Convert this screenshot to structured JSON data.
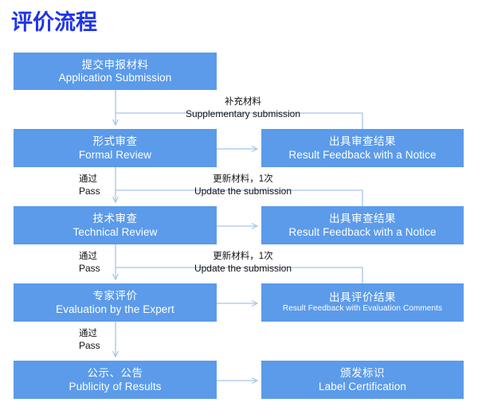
{
  "page": {
    "title_cn": "评价流程",
    "background": "#ffffff",
    "title_color": "#1f35e8",
    "node_fill": "#5b9bea",
    "node_text_color": "#ffffff",
    "connector_color": "#a6c4ea",
    "label_text_color": "#111111"
  },
  "nodes": [
    {
      "id": "application-submission",
      "cn": "提交申报材料",
      "en": "Application Submission",
      "column": "left",
      "row": 0
    },
    {
      "id": "formal-review",
      "cn": "形式审查",
      "en": "Formal Review",
      "column": "left",
      "row": 1
    },
    {
      "id": "formal-review-result",
      "cn": "出具审查结果",
      "en": "Result Feedback with a Notice",
      "column": "right",
      "row": 1
    },
    {
      "id": "technical-review",
      "cn": "技术审查",
      "en": "Technical Review",
      "column": "left",
      "row": 2
    },
    {
      "id": "technical-review-result",
      "cn": "出具审查结果",
      "en": "Result Feedback with a Notice",
      "column": "right",
      "row": 2
    },
    {
      "id": "expert-evaluation",
      "cn": "专家评价",
      "en": "Evaluation by the Expert",
      "column": "left",
      "row": 3
    },
    {
      "id": "expert-evaluation-result",
      "cn": "出具评价结果",
      "en": "Result Feedback with Evaluation Comments",
      "column": "right",
      "row": 3
    },
    {
      "id": "publicity-of-results",
      "cn": "公示、公告",
      "en": "Publicity of Results",
      "column": "left",
      "row": 4
    },
    {
      "id": "label-certification",
      "cn": "颁发标识",
      "en": "Label Certification",
      "column": "right",
      "row": 4
    }
  ],
  "feedback_labels": [
    {
      "id": "supplementary-submission",
      "cn": "补充材料",
      "en": "Supplementary submission"
    },
    {
      "id": "update-submission-technical",
      "cn": "更新材料，1次",
      "en": "Update the submission"
    },
    {
      "id": "update-submission-expert",
      "cn": "更新材料，1次",
      "en": "Update the submission"
    }
  ],
  "pass_labels": [
    {
      "id": "pass-to-technical-review",
      "cn": "通过",
      "en": "Pass"
    },
    {
      "id": "pass-to-expert-evaluation",
      "cn": "通过",
      "en": "Pass"
    },
    {
      "id": "pass-to-publicity",
      "cn": "通过",
      "en": "Pass"
    }
  ]
}
